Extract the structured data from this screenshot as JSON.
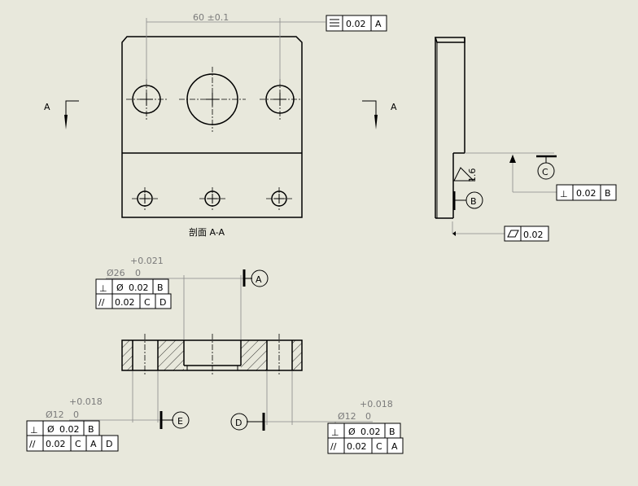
{
  "top_view": {
    "dim_spacing": "60 ±0.1",
    "fcf_flatness": {
      "symbol": "⌯",
      "tol": "0.02",
      "datum": "A"
    },
    "section_letter_left": "A",
    "section_letter_right": "A",
    "section_title": "剖面 A-A"
  },
  "side_view": {
    "roughness": "1.6",
    "datum_b": "B",
    "datum_c": "C",
    "fcf_perp": {
      "symbol": "⊥",
      "tol": "0.02",
      "datum": "B"
    },
    "fcf_flat": {
      "symbol": "▱",
      "tol": "0.02"
    }
  },
  "section_view": {
    "center_bore": {
      "dia": "Ø26",
      "tol_upper": "+0.021",
      "tol_lower": "0",
      "datum": "A",
      "fcf1": {
        "symbol": "⊥",
        "mod": "Ø",
        "tol": "0.02",
        "datum": "B"
      },
      "fcf2": {
        "symbol": "//",
        "tol": "0.02",
        "datums": [
          "C",
          "D"
        ]
      }
    },
    "left_hole": {
      "dia": "Ø12",
      "tol_upper": "+0.018",
      "tol_lower": "0",
      "datum": "E",
      "fcf1": {
        "symbol": "⊥",
        "mod": "Ø",
        "tol": "0.02",
        "datum": "B"
      },
      "fcf2": {
        "symbol": "//",
        "tol": "0.02",
        "datums": [
          "C",
          "A",
          "D"
        ]
      }
    },
    "right_hole": {
      "dia": "Ø12",
      "tol_upper": "+0.018",
      "tol_lower": "0",
      "datum": "D",
      "fcf1": {
        "symbol": "⊥",
        "mod": "Ø",
        "tol": "0.02",
        "datum": "B"
      },
      "fcf2": {
        "symbol": "//",
        "tol": "0.02",
        "datums": [
          "C",
          "A"
        ]
      }
    }
  }
}
